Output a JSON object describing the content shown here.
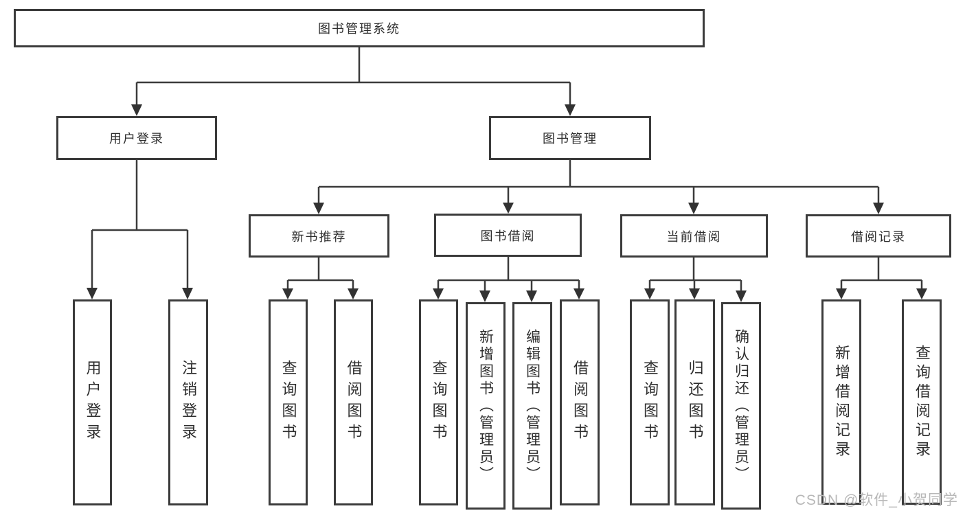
{
  "diagram": {
    "root": {
      "label": "图书管理系统"
    },
    "branches": [
      {
        "label": "用户登录",
        "children": [
          {
            "label": "用户登录"
          },
          {
            "label": "注销登录"
          }
        ]
      },
      {
        "label": "图书管理",
        "children": [
          {
            "label": "新书推荐",
            "children": [
              {
                "label": "查询图书"
              },
              {
                "label": "借阅图书"
              }
            ]
          },
          {
            "label": "图书借阅",
            "children": [
              {
                "label": "查询图书"
              },
              {
                "label": "新增图书（管理员）"
              },
              {
                "label": "编辑图书（管理员）"
              },
              {
                "label": "借阅图书"
              }
            ]
          },
          {
            "label": "当前借阅",
            "children": [
              {
                "label": "查询图书"
              },
              {
                "label": "归还图书"
              },
              {
                "label": "确认归还（管理员）"
              }
            ]
          },
          {
            "label": "借阅记录",
            "children": [
              {
                "label": "新增借阅记录"
              },
              {
                "label": "查询借阅记录"
              }
            ]
          }
        ]
      }
    ]
  },
  "watermark": "CSDN @软件_小贺同学",
  "colors": {
    "line": "#3b3b3b",
    "text": "#2e2e2e",
    "watermark": "#b8b8b8"
  }
}
